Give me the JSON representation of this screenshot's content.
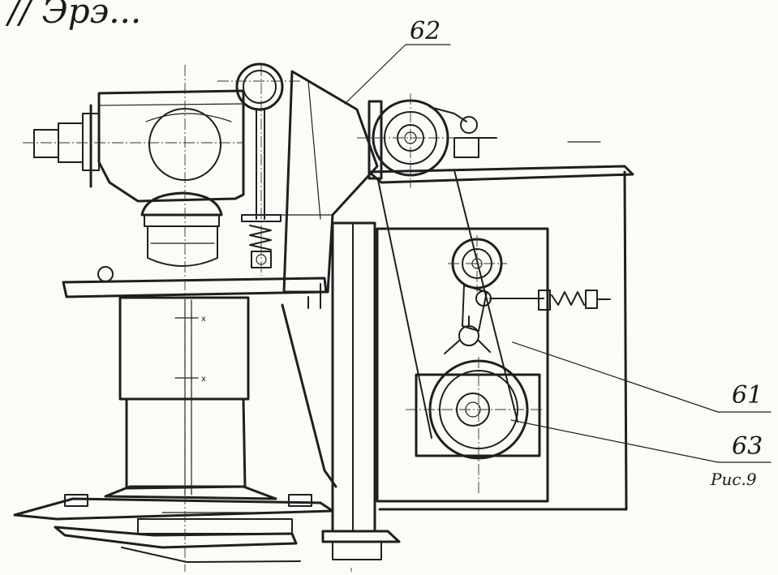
{
  "header": {
    "title": "// Эрэ..."
  },
  "callouts": [
    {
      "id": "62",
      "label": "62"
    },
    {
      "id": "61",
      "label": "61"
    },
    {
      "id": "63",
      "label": "63"
    }
  ],
  "caption": {
    "text": "Рис.9"
  }
}
